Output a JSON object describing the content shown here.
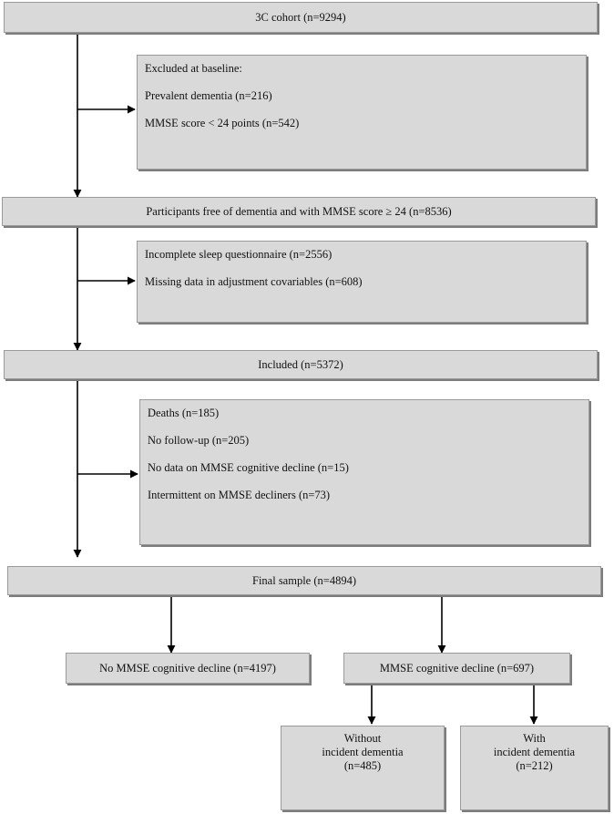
{
  "flowchart": {
    "cohort": "3C cohort (n=9294)",
    "excluded_baseline": {
      "lines": [
        "Excluded at baseline:",
        "Prevalent dementia (n=216)",
        "MMSE score < 24 points (n=542)"
      ]
    },
    "free_of_dementia": "Participants free of dementia and with MMSE score ≥ 24 (n=8536)",
    "excluded_sleep": {
      "lines": [
        "Incomplete sleep questionnaire (n=2556)",
        "Missing data in adjustment covariables (n=608)"
      ]
    },
    "included": "Included (n=5372)",
    "excluded_followup": {
      "lines": [
        "Deaths (n=185)",
        "No follow-up (n=205)",
        "No data on MMSE cognitive decline (n=15)",
        "Intermittent on MMSE decliners (n=73)"
      ]
    },
    "final_sample": "Final sample (n=4894)",
    "no_decline": "No MMSE cognitive decline (n=4197)",
    "decline": "MMSE cognitive decline (n=697)",
    "without_dementia": {
      "lines": [
        "Without",
        "incident dementia",
        "(n=485)"
      ]
    },
    "with_dementia": {
      "lines": [
        "With",
        "incident dementia",
        "(n=212)"
      ]
    }
  }
}
